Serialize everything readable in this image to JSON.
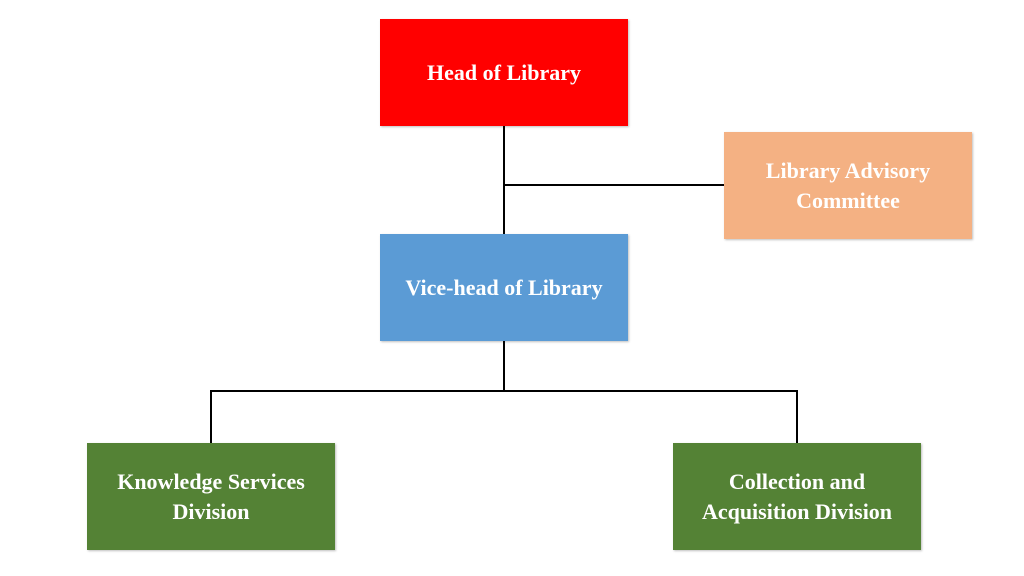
{
  "diagram": {
    "nodes": {
      "head": {
        "label": "Head of Library",
        "color": "#FF0000"
      },
      "advisory": {
        "label": "Library Advisory Committee",
        "color": "#F4B183"
      },
      "vice": {
        "label": "Vice-head of Library",
        "color": "#5B9BD5"
      },
      "knowledge": {
        "label": "Knowledge Services Division",
        "color": "#548235"
      },
      "collection": {
        "label": "Collection and Acquisition Division",
        "color": "#548235"
      }
    },
    "edges": [
      {
        "from": "head",
        "to": "vice"
      },
      {
        "from": "head",
        "to": "advisory",
        "style": "advisory"
      },
      {
        "from": "vice",
        "to": "knowledge"
      },
      {
        "from": "vice",
        "to": "collection"
      }
    ]
  }
}
